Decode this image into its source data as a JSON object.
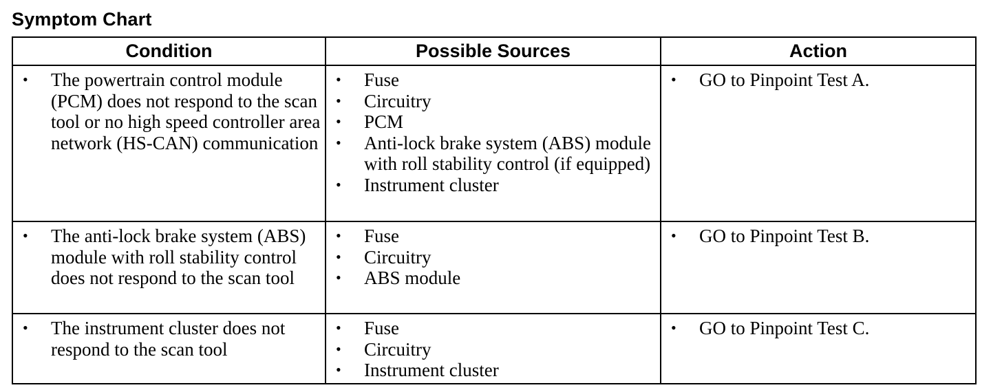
{
  "title": "Symptom Chart",
  "headers": {
    "condition": "Condition",
    "sources": "Possible Sources",
    "action": "Action"
  },
  "bullet": "•",
  "rows": [
    {
      "condition": "The powertrain control module (PCM) does not respond to the scan tool or no high speed controller area network (HS-CAN) communication",
      "sources": [
        "Fuse",
        "Circuitry",
        "PCM",
        "Anti-lock brake system (ABS) module with roll stability control (if equipped)",
        "Instrument cluster"
      ],
      "action": "GO to Pinpoint Test A."
    },
    {
      "condition": "The anti-lock brake system (ABS) module with roll stability control does not respond to the scan tool",
      "sources": [
        "Fuse",
        "Circuitry",
        "ABS module"
      ],
      "action": "GO to Pinpoint Test B."
    },
    {
      "condition": "The instrument cluster does not respond to the scan tool",
      "sources": [
        "Fuse",
        "Circuitry",
        "Instrument cluster"
      ],
      "action": "GO to Pinpoint Test C."
    }
  ]
}
